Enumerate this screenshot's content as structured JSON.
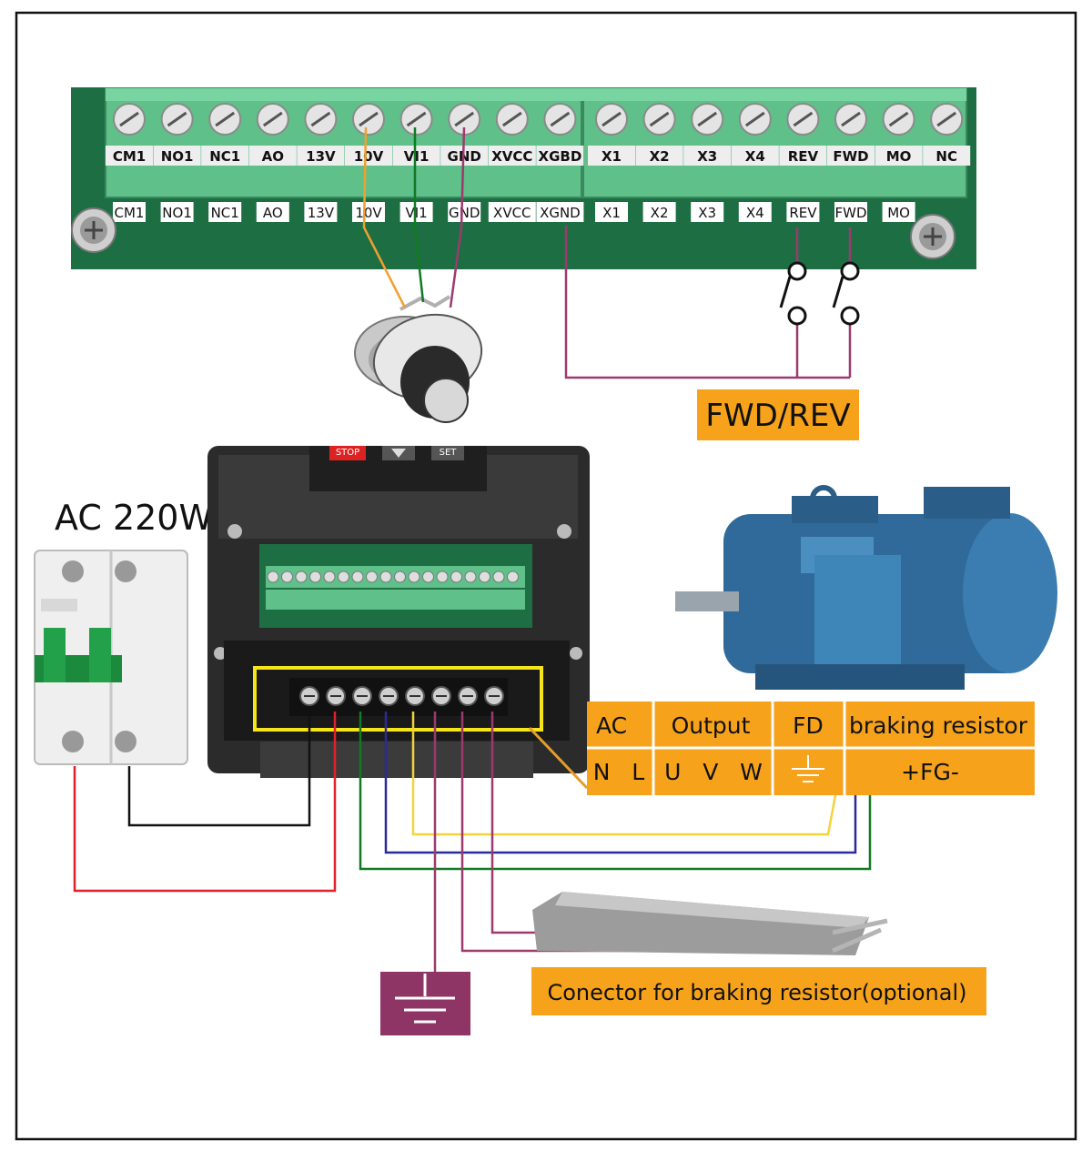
{
  "top_terminals": {
    "upper_labels": [
      "CM1",
      "NO1",
      "NC1",
      "AO",
      "13V",
      "10V",
      "VI1",
      "GND",
      "XVCC",
      "XGBD",
      "X1",
      "X2",
      "X3",
      "X4",
      "REV",
      "FWD",
      "MO",
      "NC"
    ],
    "lower_labels": [
      "CM1",
      "NO1",
      "NC1",
      "AO",
      "13V",
      "10V",
      "VI1",
      "GND",
      "XVCC",
      "XGND",
      "X1",
      "X2",
      "X3",
      "X4",
      "REV",
      "FWD",
      "MO"
    ]
  },
  "fwd_rev_label": "FWD/REV",
  "ac_label": "AC 220W",
  "power_table": {
    "headers": [
      "AC",
      "Output",
      "FD",
      "braking resistor"
    ],
    "values": [
      "N   L",
      "U   V   W",
      "",
      "+FG-"
    ]
  },
  "braking_label": "Conector for braking resistor(optional)",
  "inverter_keys": [
    "STOP",
    "SET"
  ],
  "colors": {
    "orange_box": "#f7a21b",
    "terminal_green": "#5fc08a",
    "pcb_green": "#1e6e43",
    "wire_orange": "#f0a030",
    "wire_green": "#117a22",
    "wire_purple": "#9c3a6e",
    "wire_red": "#e0202a",
    "wire_black": "#111111",
    "wire_yellow": "#f3d23a",
    "wire_blue": "#2b2a9a",
    "motor_blue": "#2f6a9a",
    "ground_box": "#8e3565"
  }
}
